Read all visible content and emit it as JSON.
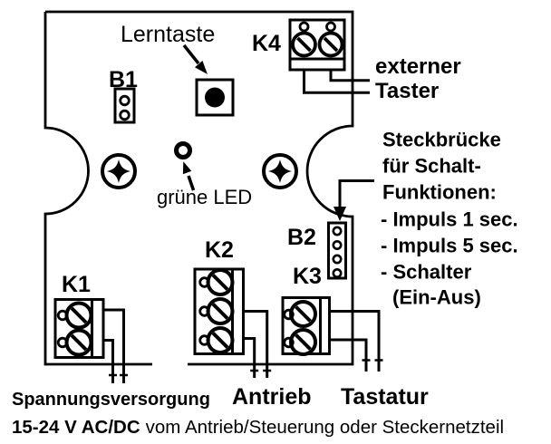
{
  "board": {
    "learn_button_label": "Lerntaste",
    "led_label": "grüne LED",
    "connectors": {
      "b1": "B1",
      "b2": "B2",
      "k1": "K1",
      "k2": "K2",
      "k3": "K3",
      "k4": "K4"
    }
  },
  "annotations": {
    "k4_connection": {
      "line1": "externer",
      "line2": "Taster"
    },
    "jumper": {
      "heading_line1": "Steckbrücke",
      "heading_line2": "für Schalt-",
      "heading_line3": "Funktionen:",
      "option1": "- Impuls 1 sec.",
      "option2": "- Impuls 5 sec.",
      "option3": "- Schalter",
      "option4": "(Ein-Aus)"
    },
    "k1_connection": "Spannungsversorgung",
    "k2_connection": "Antrieb",
    "k3_connection": "Tastatur"
  },
  "footer": {
    "voltage": "15-24 V AC/DC",
    "description": "vom Antrieb/Steuerung oder Steckernetzteil"
  },
  "colors": {
    "ink": "#000000",
    "background": "#ffffff"
  }
}
